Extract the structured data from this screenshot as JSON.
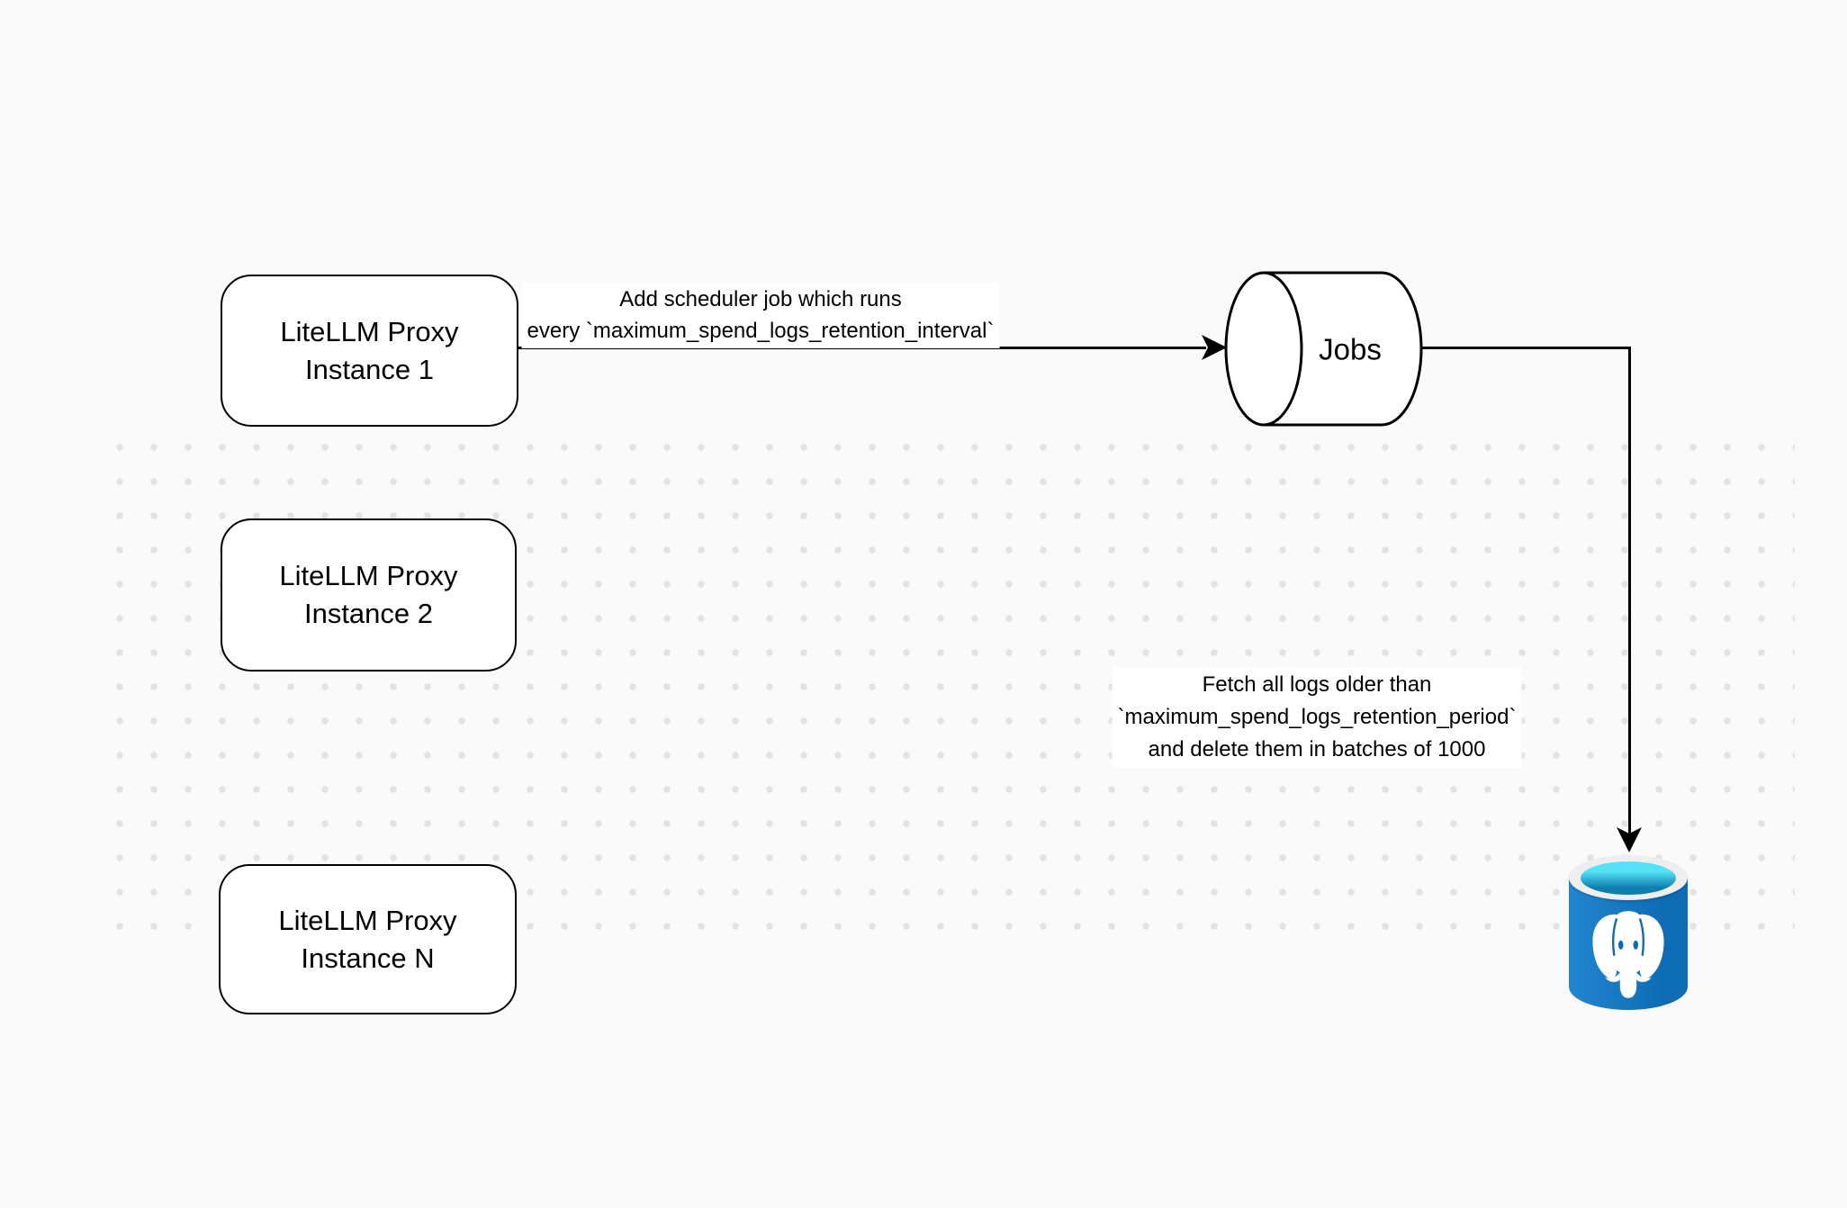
{
  "diagram": {
    "title_context": "LiteLLM spend-logs cleanup scheduler diagram",
    "boxes": [
      {
        "line1": "LiteLLM Proxy",
        "line2": "Instance 1"
      },
      {
        "line1": "LiteLLM Proxy",
        "line2": "Instance 2"
      },
      {
        "line1": "LiteLLM Proxy",
        "line2": "Instance N"
      }
    ],
    "jobs_node": {
      "label": "Jobs"
    },
    "edge_scheduler": {
      "line1": "Add scheduler job which runs",
      "line2": "every `maximum_spend_logs_retention_interval`"
    },
    "edge_fetch": {
      "line1": "Fetch all logs older than",
      "line2": "`maximum_spend_logs_retention_period`",
      "line3": "and delete them in batches of 1000"
    },
    "icons": {
      "jobs": "datastore-cylinder-icon",
      "database": "postgresql-database-icon",
      "arrow": "arrowhead-icon"
    },
    "colors": {
      "canvas_bg": "#fafafa",
      "grid_dot": "#e3e3e3",
      "stroke": "#000000",
      "node_fill": "#ffffff",
      "postgres_body": "#0e6cb4",
      "postgres_body_light": "#2285cf",
      "postgres_ring": "#eeeeee",
      "postgres_cyan": "#55e2f8",
      "postgres_teal": "#0f7fb0",
      "elephant": "#ffffff"
    }
  }
}
